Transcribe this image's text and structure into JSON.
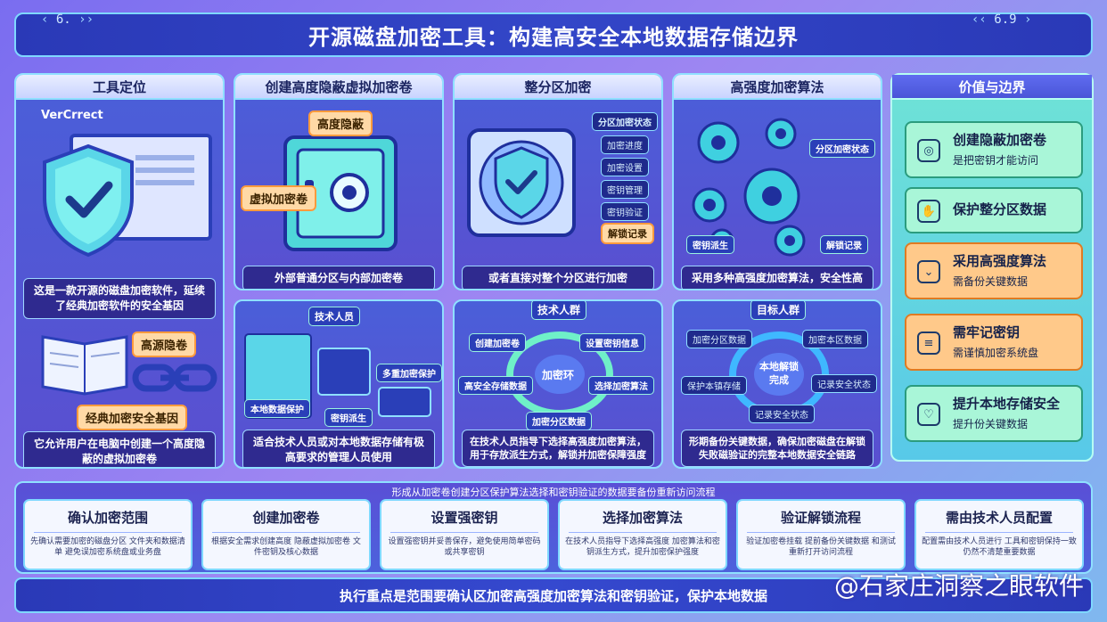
{
  "header": {
    "title": "开源磁盘加密工具：构建高安全本地数据存储边界",
    "version_left": "6.",
    "version_right": "6.9"
  },
  "panels": {
    "positioning": {
      "title": "工具定位",
      "brand": "VerCrrect",
      "caption1": "这是一款开源的磁盘加密软件，延续了经典加密软件的安全基因",
      "tag_high": "高源隐卷",
      "tag_classic": "经典加密安全基因",
      "caption2": "它允许用户在电脑中创建一个高度隐蔽的虚拟加密卷"
    },
    "hidden_volume": {
      "title": "创建高度隐蔽虚拟加密卷",
      "tag_hidden": "高度隐蔽",
      "tag_volume": "虚拟加密卷",
      "caption": "外部普通分区与内部加密卷"
    },
    "full_partition": {
      "title": "整分区加密",
      "status_title": "分区加密状态",
      "status_items": [
        "加密进度",
        "加密设置",
        "密钥管理",
        "密钥验证",
        "解锁记录"
      ],
      "caption": "或者直接对整个分区进行加密"
    },
    "algorithms": {
      "title": "高强度加密算法",
      "tag_status": "分区加密状态",
      "tag_key": "密钥派生",
      "tag_unlock": "解锁记录",
      "caption": "采用多种高强度加密算法，安全性高"
    },
    "tech_people": {
      "header": "技术人员",
      "labels": [
        "多重加密保护",
        "本地数据保护",
        "密钥派生"
      ],
      "caption": "适合技术人员或对本地数据存储有极高要求的管理人员使用"
    },
    "tech_group": {
      "title": "技术人群",
      "center": "加密环",
      "nodes": [
        "创建加密卷",
        "设置密钥信息",
        "选择加密算法",
        "加密分区数据",
        "高安全存储数据"
      ],
      "caption": "在技术人员指导下选择高强度加密算法，用于存放派生方式，解锁并加密保障强度"
    },
    "target_group": {
      "title": "目标人群",
      "center": "本地解锁完成",
      "nodes": [
        "加密分区数据",
        "加密本区数据",
        "记录安全状态",
        "记录安全状态",
        "保护本镇存储"
      ],
      "caption": "形期备份关键数据，确保加密磁盘在解锁失败磁验证的完整本地数据安全链路"
    }
  },
  "values": {
    "title": "价值与边界",
    "items": [
      {
        "title": "创建隐蔽加密卷",
        "sub": "是把密钥才能访问",
        "style": "green"
      },
      {
        "title": "保护整分区数据",
        "sub": "",
        "style": "green"
      },
      {
        "title": "采用高强度算法",
        "sub": "需备份关键数据",
        "style": "orange"
      },
      {
        "title": "需牢记密钥",
        "sub": "需谨慎加密系统盘",
        "style": "orange"
      },
      {
        "title": "提升本地存储安全",
        "sub": "提升份关键数据",
        "style": "green"
      }
    ]
  },
  "flow": {
    "header": "形成从加密卷创建分区保护算法选择和密钥验证的数据要备份重新访问流程",
    "steps": [
      {
        "title": "确认加密范围",
        "desc": "先确认需要加密的磁盘分区 文件夹和数据清单 避免误加密系统盘或业务盘"
      },
      {
        "title": "创建加密卷",
        "desc": "根据安全需求创建高度 隐蔽虚拟加密卷 文件密钥及核心数据"
      },
      {
        "title": "设置强密钥",
        "desc": "设置强密钥并妥善保存，避免使用简单密码或共享密钥"
      },
      {
        "title": "选择加密算法",
        "desc": "在技术人员指导下选择高强度 加密算法和密钥派生方式，提升加密保护强度"
      },
      {
        "title": "验证解锁流程",
        "desc": "验证加密卷挂载 提前备份关键数据 和测试重新打开访问流程"
      },
      {
        "title": "需由技术人员配置",
        "desc": "配置需由技术人员进行 工具和密钥保持一致 仍然不清楚重要数据"
      }
    ]
  },
  "footer": {
    "text": "执行重点是范围要确认区加密高强度加密算法和密钥验证，保护本地数据"
  },
  "watermark": "@石家庄洞察之眼软件"
}
